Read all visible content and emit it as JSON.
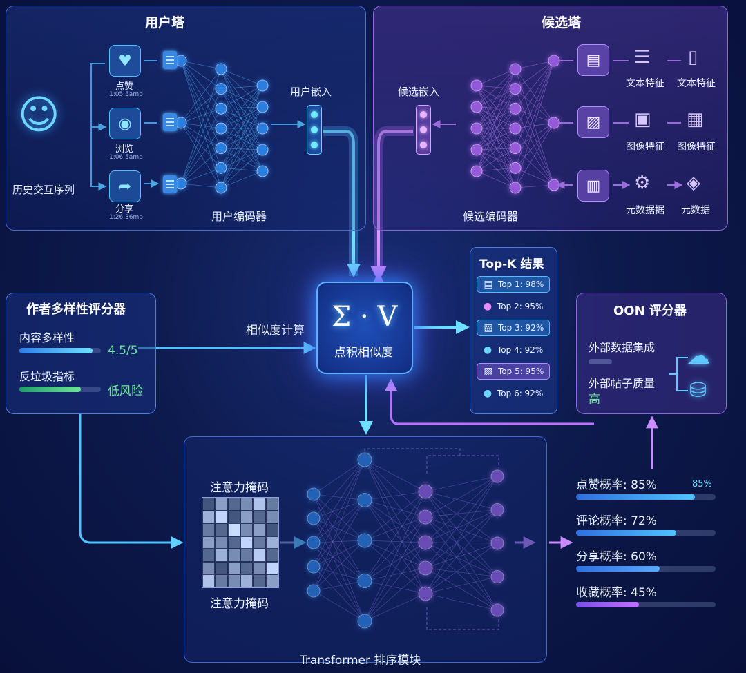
{
  "user_tower": {
    "title": "用户塔",
    "history_label": "历史交互序列",
    "actions": [
      {
        "label": "点赞",
        "time": "1:05.5amp"
      },
      {
        "label": "浏览",
        "time": "1:06.5amp"
      },
      {
        "label": "分享",
        "time": "1:26.36mp"
      }
    ],
    "embedding_label": "用户嵌入",
    "encoder_label": "用户编码器"
  },
  "candidate_tower": {
    "title": "候选塔",
    "embedding_label": "候选嵌入",
    "encoder_label": "候选编码器",
    "features": [
      {
        "label_a": "文本特征",
        "label_b": "文本特征"
      },
      {
        "label_a": "图像特征",
        "label_b": "图像特征"
      },
      {
        "label_a": "元数据据",
        "label_b": "元数据"
      }
    ]
  },
  "similarity": {
    "side_label": "相似度计算",
    "formula": "Σ · V",
    "core_label": "点积相似度"
  },
  "topk": {
    "title": "Top-K 结果",
    "items": [
      {
        "text": "Top 1: 98%",
        "icon": "chat-icon"
      },
      {
        "text": "Top 2: 95%",
        "icon": "user-icon"
      },
      {
        "text": "Top 3: 92%",
        "icon": "image-icon"
      },
      {
        "text": "Top 4: 92%",
        "icon": "user-icon"
      },
      {
        "text": "Top 5: 95%",
        "icon": "image-icon"
      },
      {
        "text": "Top 6: 92%",
        "icon": "user-icon"
      }
    ]
  },
  "author_scorer": {
    "title": "作者多样性评分器",
    "diversity_label": "内容多样性",
    "diversity_value": "4.5/5",
    "diversity_fraction": 0.9,
    "spam_label": "反垃圾指标",
    "spam_value": "低风险",
    "spam_fraction": 0.75
  },
  "oon_scorer": {
    "title": "OON 评分器",
    "external_data_label": "外部数据集成",
    "post_quality_label": "外部帖子质量",
    "post_quality_value": "高"
  },
  "transformer": {
    "title": "Transformer 排序模块",
    "mask_label_top": "注意力掩码",
    "mask_label_bottom": "注意力掩码",
    "mask_cells": [
      0.2,
      0.6,
      0.3,
      0.5,
      0.8,
      0.4,
      0.7,
      0.9,
      0.2,
      0.6,
      0.3,
      0.5,
      0.4,
      0.3,
      0.95,
      0.5,
      0.6,
      0.2,
      0.6,
      0.5,
      0.3,
      0.9,
      0.4,
      0.7,
      0.3,
      0.7,
      0.5,
      0.4,
      0.85,
      0.3,
      0.5,
      0.2,
      0.6,
      0.3,
      0.5,
      0.9,
      0.8,
      0.4,
      0.5,
      0.7,
      0.3,
      0.6
    ]
  },
  "probabilities": [
    {
      "label": "点赞概率: 85%",
      "value": 0.85,
      "badge": "85%",
      "color": "#4ec3ff"
    },
    {
      "label": "评论概率: 72%",
      "value": 0.72,
      "color": "#4ec3ff"
    },
    {
      "label": "分享概率: 60%",
      "value": 0.6,
      "color": "#5aa8ff"
    },
    {
      "label": "收藏概率: 45%",
      "value": 0.45,
      "color": "#c070ff"
    }
  ],
  "colors": {
    "accent_blue": "#4ec3ff",
    "accent_purple": "#c070ff",
    "green": "#4fe39a"
  }
}
